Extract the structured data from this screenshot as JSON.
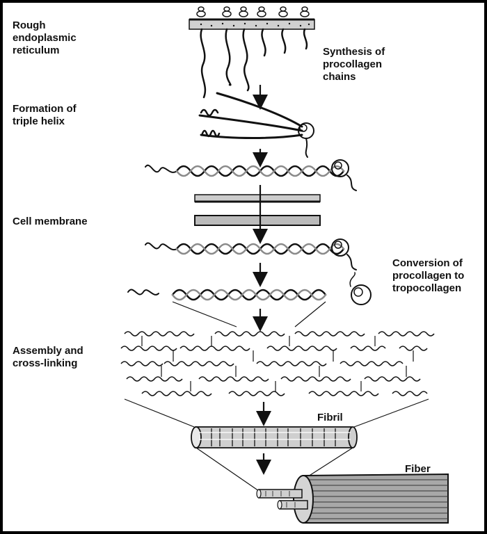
{
  "diagram": {
    "labels": {
      "rough_er": [
        "Rough",
        "endoplasmic",
        "reticulum"
      ],
      "synthesis": [
        "Synthesis of",
        "procollagen",
        "chains"
      ],
      "triple_helix": [
        "Formation of",
        "triple helix"
      ],
      "cell_membrane": [
        "Cell membrane"
      ],
      "conversion": [
        "Conversion of",
        "procollagen to",
        "tropocollagen"
      ],
      "assembly": [
        "Assembly and",
        "cross-linking"
      ],
      "fibril": [
        "Fibril"
      ],
      "fiber": [
        "Fiber"
      ]
    },
    "colors": {
      "ink": "#111111",
      "helix_light": "#8a8a8a",
      "membrane_fill": "#bbbbbb",
      "fibril_fill": "#cfcfcf",
      "fiber_fill": "#a8a8a8"
    }
  }
}
